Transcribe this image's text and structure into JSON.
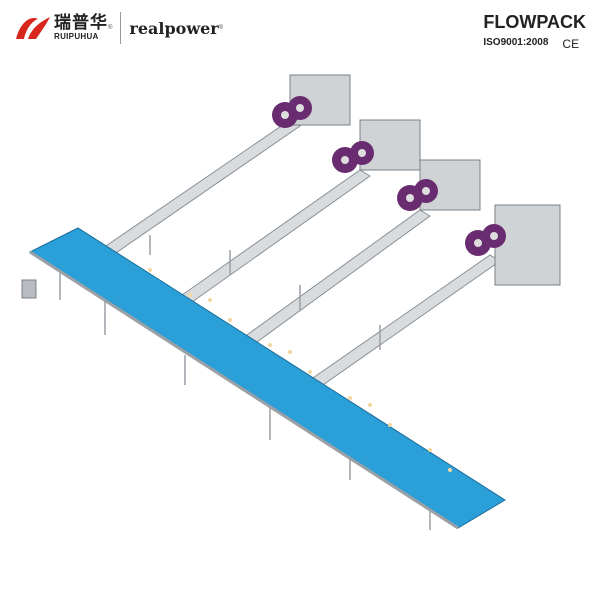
{
  "brand": {
    "chinese_name": "瑞普华",
    "pinyin_name": "RUIPUHUA",
    "english_brand": "realpower",
    "registered_mark": "®"
  },
  "header": {
    "title": "FLOWPACK",
    "certification": "ISO9001:2008",
    "ce_mark": "CE"
  },
  "colors": {
    "brand_red": "#d7261e",
    "belt_blue": "#2a9fd8",
    "film_purple": "#6a2c70",
    "frame_gray": "#b8bcc0"
  }
}
